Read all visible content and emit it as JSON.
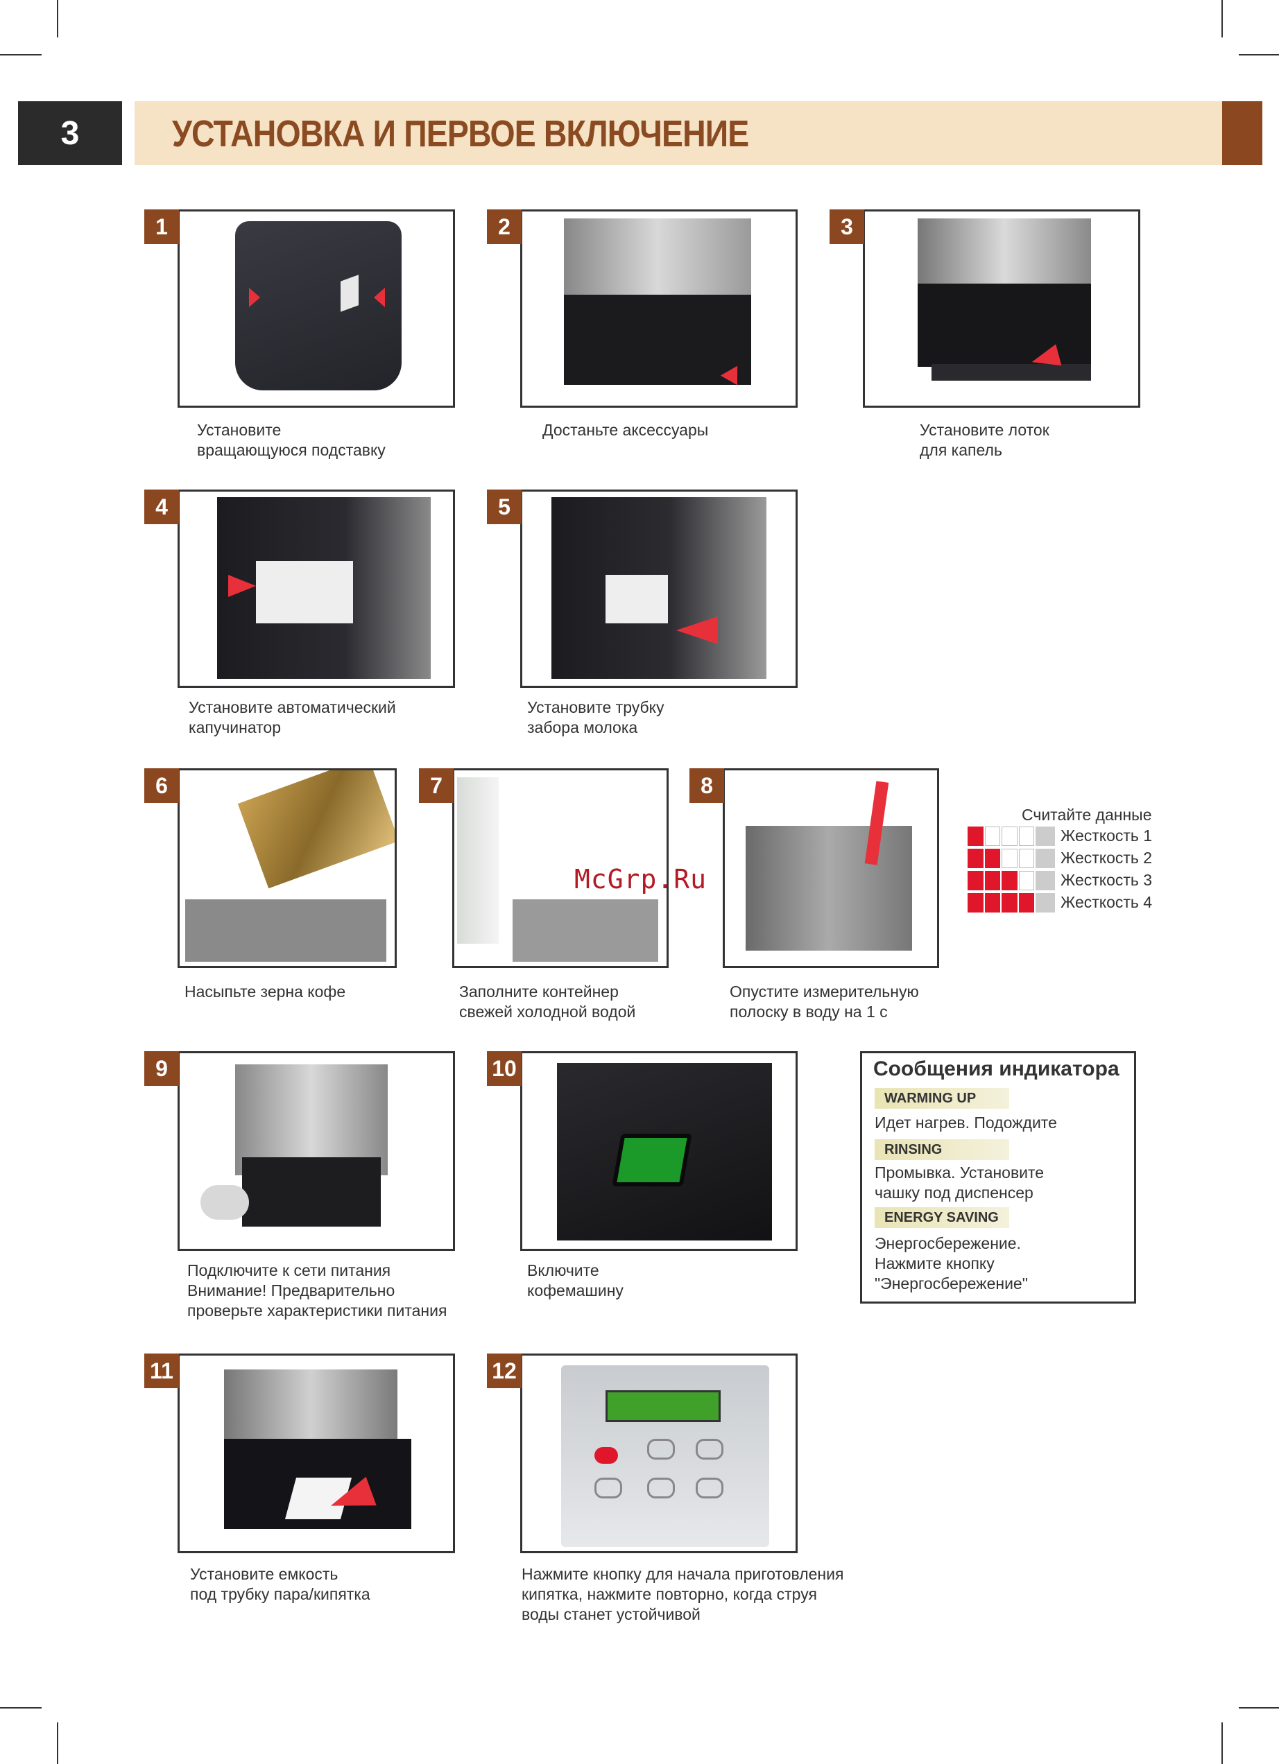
{
  "page_number": "3",
  "page_title": "УСТАНОВКА И ПЕРВОЕ ВКЛЮЧЕНИЕ",
  "watermark": "McGrp.Ru",
  "steps": [
    {
      "num": "1",
      "lines": [
        "Установите",
        "вращающуюся подставку"
      ]
    },
    {
      "num": "2",
      "lines": [
        "Достаньте аксессуары"
      ]
    },
    {
      "num": "3",
      "lines": [
        "Установите лоток",
        "для капель"
      ]
    },
    {
      "num": "4",
      "lines": [
        "Установите  автоматический",
        "капучинатор"
      ]
    },
    {
      "num": "5",
      "lines": [
        "Установите трубку",
        "забора молока"
      ]
    },
    {
      "num": "6",
      "lines": [
        "Насыпьте зерна кофе"
      ]
    },
    {
      "num": "7",
      "lines": [
        "Заполните контейнер",
        "свежей холодной водой"
      ]
    },
    {
      "num": "8",
      "lines": [
        "Опустите измерительную",
        "полоску в воду на 1 с"
      ]
    },
    {
      "num": "9",
      "lines": [
        "Подключите к сети питания",
        "Внимание!  Предварительно",
        "проверьте характеристики питания"
      ]
    },
    {
      "num": "10",
      "lines": [
        "Включите",
        "кофемашину"
      ]
    },
    {
      "num": "11",
      "lines": [
        "Установите емкость",
        "под трубку пара/кипятка"
      ]
    },
    {
      "num": "12",
      "lines": [
        "Нажмите кнопку для начала приготовления",
        "кипятка, нажмите повторно, когда струя",
        "воды станет устойчивой"
      ]
    }
  ],
  "hardness": {
    "header": "Считайте данные",
    "levels": [
      {
        "label": "Жесткость 1",
        "filled": 1
      },
      {
        "label": "Жесткость 2",
        "filled": 2
      },
      {
        "label": "Жесткость 3",
        "filled": 3
      },
      {
        "label": "Жесткость 4",
        "filled": 4
      }
    ],
    "colors": {
      "on": "#e0162b",
      "off": "#ffffff"
    }
  },
  "indicator": {
    "title": "Сообщения индикатора",
    "messages": [
      {
        "code": "WARMING UP",
        "lines": [
          "Идет нагрев. Подождите"
        ]
      },
      {
        "code": "RINSING",
        "lines": [
          "Промывка. Установите",
          "чашку под диспенсер"
        ]
      },
      {
        "code": "ENERGY SAVING",
        "lines": [
          "Энергосбережение.",
          "Нажмите кнопку",
          "\"Энергосбережение\""
        ]
      }
    ]
  },
  "colors": {
    "accent": "#8a4720",
    "title_band": "#f6e2c5",
    "title_text": "#8a4b22",
    "arrow": "#e8303a"
  }
}
